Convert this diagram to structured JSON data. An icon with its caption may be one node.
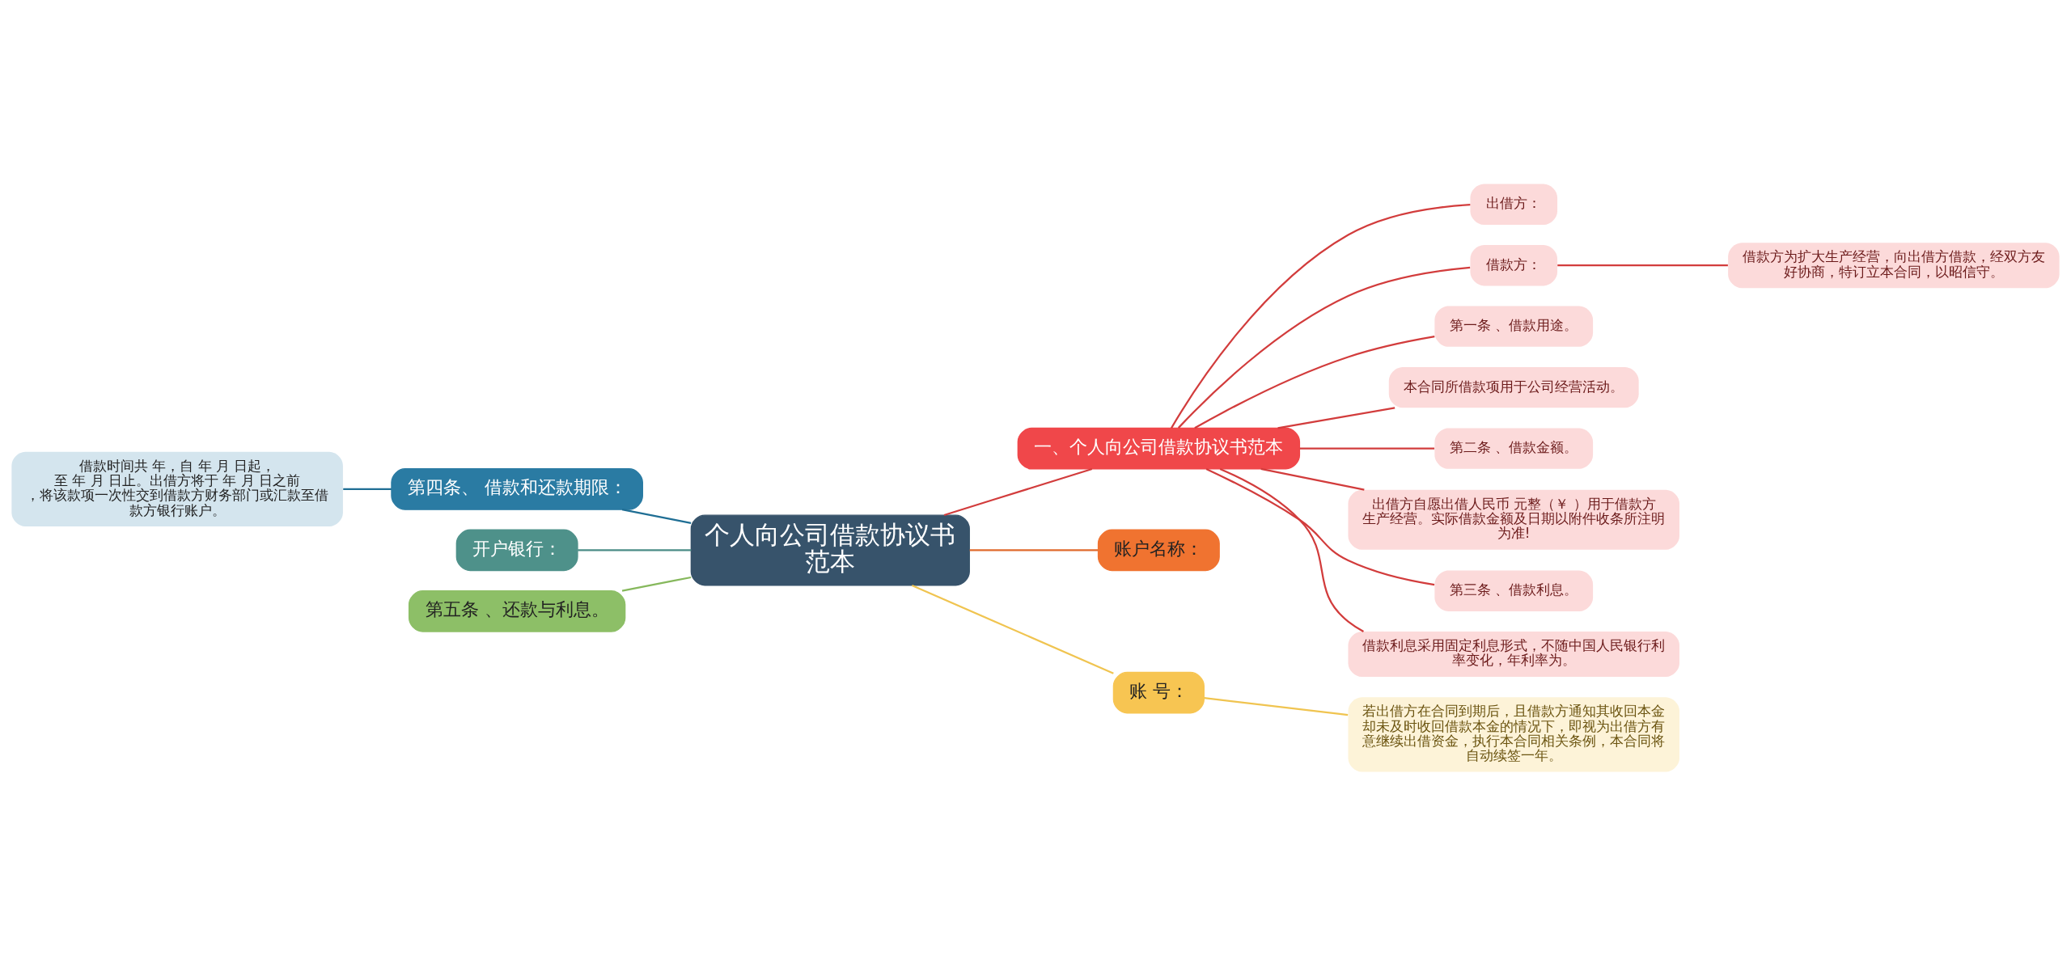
{
  "diagram": {
    "nodes": [
      {
        "text": [
          "个人向公司借款协议书范本"
        ]
      },
      {
        "text": [
          "一、个人向公司借款协议书范本"
        ]
      },
      {
        "text": [
          "出借方："
        ]
      },
      {
        "text": [
          "借款方："
        ]
      },
      {
        "text": [
          "借款方为扩大生产经营，向出借方借款，经双方友好协商，特订立本合同，以昭信守。"
        ]
      },
      {
        "text": [
          "第一条 、借款用途。"
        ]
      },
      {
        "text": [
          "本合同所借款项用于公司经营活动。"
        ]
      },
      {
        "text": [
          "第二条 、借款金额。"
        ]
      },
      {
        "text": [
          "出借方自愿出借人民币 元整（￥ ）用于借款方生产经营。实际借款金额及日期以附件收条所注明为准!"
        ]
      },
      {
        "text": [
          "第三条 、借款利息。"
        ]
      },
      {
        "text": [
          "借款利息采用固定利息形式，不随中国人民银行利率变化，年利率为。"
        ]
      },
      {
        "text": [
          "账户名称："
        ]
      },
      {
        "text": [
          "账 号："
        ]
      },
      {
        "text": [
          "若出借方在合同到期后，且借款方通知其收回本金却未及时收回借款本金的情况下，即视为出借方有意继续出借资金，执行本合同相关条例，本合同将自动续签一年。"
        ]
      },
      {
        "text": [
          "第四条、 借款和还款期限："
        ]
      },
      {
        "text": [
          "借款时间共 年，自 年 月 日起，至 年 月 日止。出借方将于 年 月 日之前，将该款项一次性交到借款方财务部门或汇款至借款方银行账户。"
        ]
      },
      {
        "text": [
          "开户银行："
        ]
      },
      {
        "text": [
          "第五条 、还款与利息。"
        ]
      }
    ],
    "edges": [
      {
        "from": 0,
        "to": 1,
        "arrow": "none"
      },
      {
        "from": 1,
        "to": 2,
        "arrow": "none"
      },
      {
        "from": 1,
        "to": 3,
        "arrow": "none"
      },
      {
        "from": 3,
        "to": 4,
        "arrow": "none"
      },
      {
        "from": 1,
        "to": 5,
        "arrow": "none"
      },
      {
        "from": 1,
        "to": 6,
        "arrow": "none"
      },
      {
        "from": 1,
        "to": 7,
        "arrow": "none"
      },
      {
        "from": 1,
        "to": 8,
        "arrow": "none"
      },
      {
        "from": 1,
        "to": 9,
        "arrow": "none"
      },
      {
        "from": 1,
        "to": 10,
        "arrow": "none"
      },
      {
        "from": 0,
        "to": 11,
        "arrow": "none",
        "color": "#e06a2c"
      },
      {
        "from": 0,
        "to": 12,
        "arrow": "none",
        "color": "#f0c450"
      },
      {
        "from": 12,
        "to": 13,
        "arrow": "none",
        "color": "#f0c450"
      },
      {
        "from": 0,
        "to": 14,
        "arrow": "none",
        "color": "#1f6e94"
      },
      {
        "from": 14,
        "to": 15,
        "arrow": "none",
        "color": "#1f6e94"
      },
      {
        "from": 0,
        "to": 16,
        "arrow": "none",
        "color": "#4a8c86"
      },
      {
        "from": 0,
        "to": 17,
        "arrow": "none",
        "color": "#86b85c"
      }
    ]
  }
}
